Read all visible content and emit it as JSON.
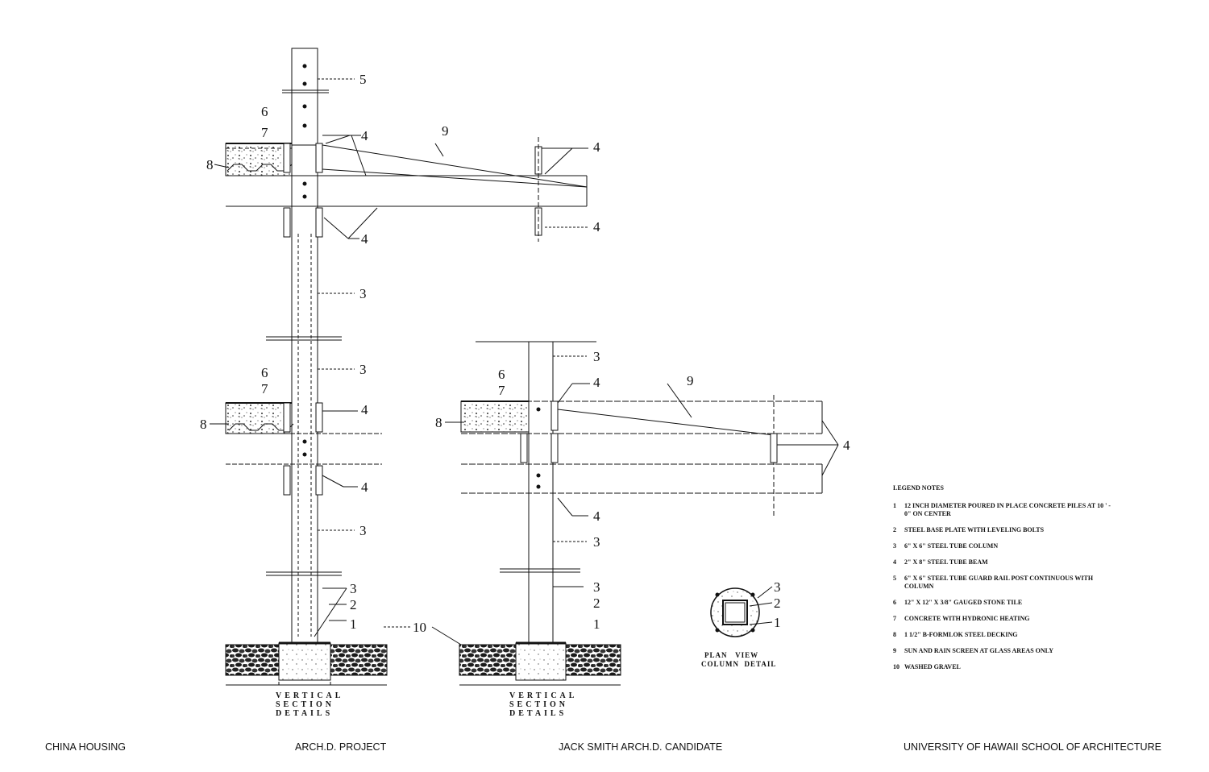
{
  "callouts": {
    "c1": "1",
    "c2": "2",
    "c3": "3",
    "c4": "4",
    "c5": "5",
    "c6": "6",
    "c7": "7",
    "c8": "8",
    "c9": "9",
    "c10": "10"
  },
  "captions": {
    "vertical_section_line1": "VERTICAL",
    "vertical_section_line2": "SECTION",
    "vertical_section_line3": "DETAILS",
    "plan_view_line1": "PLAN   VIEW",
    "plan_view_line2": "COLUMN  DETAIL"
  },
  "legend": {
    "title": "LEGEND NOTES",
    "items": [
      {
        "num": "1",
        "text": "12 INCH DIAMETER POURED IN PLACE CONCRETE PILES AT 10 ' - 0\"  ON CENTER"
      },
      {
        "num": "2",
        "text": "STEEL BASE PLATE WITH LEVELING BOLTS"
      },
      {
        "num": "3",
        "text": "6\" X 6\" STEEL TUBE COLUMN"
      },
      {
        "num": "4",
        "text": "2\" X 8\" STEEL TUBE BEAM"
      },
      {
        "num": "5",
        "text": "6\" X 6\" STEEL TUBE GUARD RAIL POST CONTINUOUS WITH COLUMN"
      },
      {
        "num": "6",
        "text": "12\" X 12\" X 3/8\" GAUGED STONE TILE"
      },
      {
        "num": "7",
        "text": "CONCRETE WITH HYDRONIC HEATING"
      },
      {
        "num": "8",
        "text": "1 1/2\" B-FORMLOK STEEL DECKING"
      },
      {
        "num": "9",
        "text": "SUN AND RAIN SCREEN AT GLASS AREAS ONLY"
      },
      {
        "num": "10",
        "text": "WASHED GRAVEL"
      }
    ]
  },
  "footer": {
    "project": "CHINA HOUSING",
    "program": "ARCH.D. PROJECT",
    "candidate": "JACK SMITH ARCH.D. CANDIDATE",
    "school": "UNIVERSITY OF HAWAII SCHOOL OF ARCHITECTURE"
  }
}
